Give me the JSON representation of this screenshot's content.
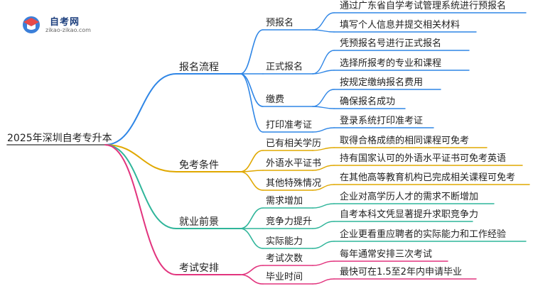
{
  "logo": {
    "name": "自考网",
    "url": "zikao-zikao.com"
  },
  "root": "2025年深圳自考专升本",
  "categories": [
    {
      "label": "报名流程",
      "color": "#2f86e6",
      "items": [
        {
          "label": "预报名",
          "leaves": [
            "通过广东省自学考试管理系统进行预报名",
            "填写个人信息并提交相关材料"
          ]
        },
        {
          "label": "正式报名",
          "leaves": [
            "凭预报名号进行正式报名",
            "选择所报考的专业和课程"
          ]
        },
        {
          "label": "缴费",
          "leaves": [
            "按规定缴纳报名费用",
            "确保报名成功"
          ]
        },
        {
          "label": "打印准考证",
          "leaves": [
            "登录系统打印准考证"
          ]
        }
      ]
    },
    {
      "label": "免考条件",
      "color": "#e0a800",
      "items": [
        {
          "label": "已有相关学历",
          "leaves": [
            "取得合格成绩的相同课程可免考"
          ]
        },
        {
          "label": "外语水平证书",
          "leaves": [
            "持有国家认可的外语水平证书可免考英语"
          ]
        },
        {
          "label": "其他特殊情况",
          "leaves": [
            "在其他高等教育机构已完成相关课程可免考"
          ]
        }
      ]
    },
    {
      "label": "就业前景",
      "color": "#2fb59a",
      "items": [
        {
          "label": "需求增加",
          "leaves": [
            "企业对高学历人才的需求不断增加"
          ]
        },
        {
          "label": "竞争力提升",
          "leaves": [
            "自考本科文凭显著提升求职竞争力"
          ]
        },
        {
          "label": "实际能力",
          "leaves": [
            "企业更看重应聘者的实际能力和工作经验"
          ]
        }
      ]
    },
    {
      "label": "考试安排",
      "color": "#e2347e",
      "items": [
        {
          "label": "考试次数",
          "leaves": [
            "每年通常安排三次考试"
          ]
        },
        {
          "label": "毕业时间",
          "leaves": [
            "最快可在1.5至2年内申请毕业"
          ]
        }
      ]
    }
  ]
}
